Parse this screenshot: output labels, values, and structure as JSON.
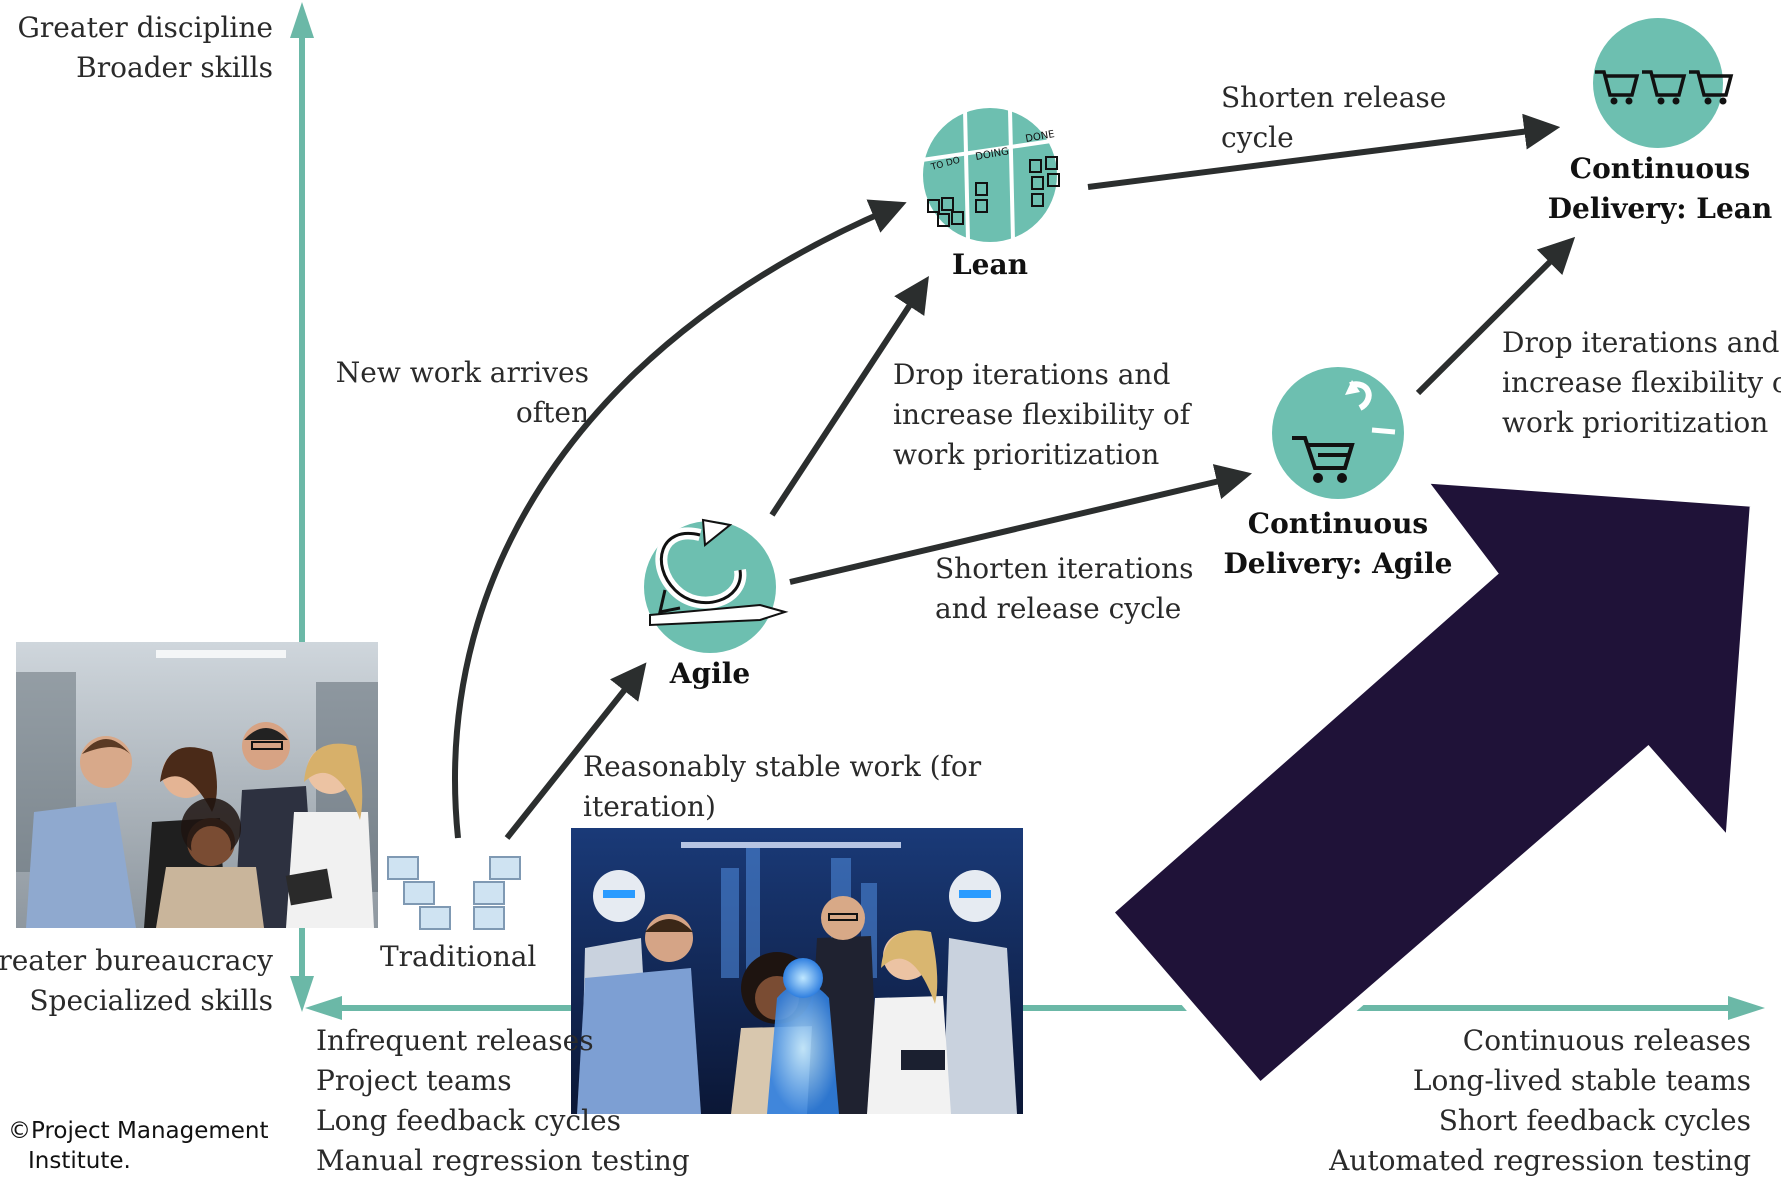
{
  "axes": {
    "y_top": [
      "Greater discipline",
      "Broader skills"
    ],
    "y_bottom": [
      "Greater bureaucracy",
      "Specialized skills"
    ],
    "x_left": [
      "Infrequent releases",
      "Project teams",
      "Long feedback cycles",
      "Manual regression testing"
    ],
    "x_right": [
      "Continuous releases",
      "Long-lived stable teams",
      "Short feedback cycles",
      "Automated regression testing"
    ]
  },
  "nodes": {
    "traditional": "Traditional",
    "agile": "Agile",
    "lean": "Lean",
    "cd_agile": [
      "Continuous",
      "Delivery: Agile"
    ],
    "cd_lean": [
      "Continuous",
      "Delivery: Lean"
    ]
  },
  "kanban": {
    "todo": "TO DO",
    "doing": "DOING",
    "done": "DONE"
  },
  "transitions": {
    "new_work": [
      "New work arrives",
      "often"
    ],
    "stable_work": [
      "Reasonably stable work (for",
      "iteration)"
    ],
    "shorten_iterations": [
      "Shorten iterations",
      "and release cycle"
    ],
    "drop_iterations_center": [
      "Drop iterations and",
      "increase flexibility of",
      "work prioritization"
    ],
    "drop_iterations_right": [
      "Drop iterations and",
      "increase flexibility of",
      "work prioritization"
    ],
    "shorten_release": [
      "Shorten release",
      "cycle"
    ]
  },
  "credit": [
    "©Project Management",
    "Institute."
  ],
  "colors": {
    "teal": "#6dbfb0",
    "axis": "#6bb8a7",
    "arrow": "#2b2e2e",
    "big_arrow": "#1f1238"
  }
}
